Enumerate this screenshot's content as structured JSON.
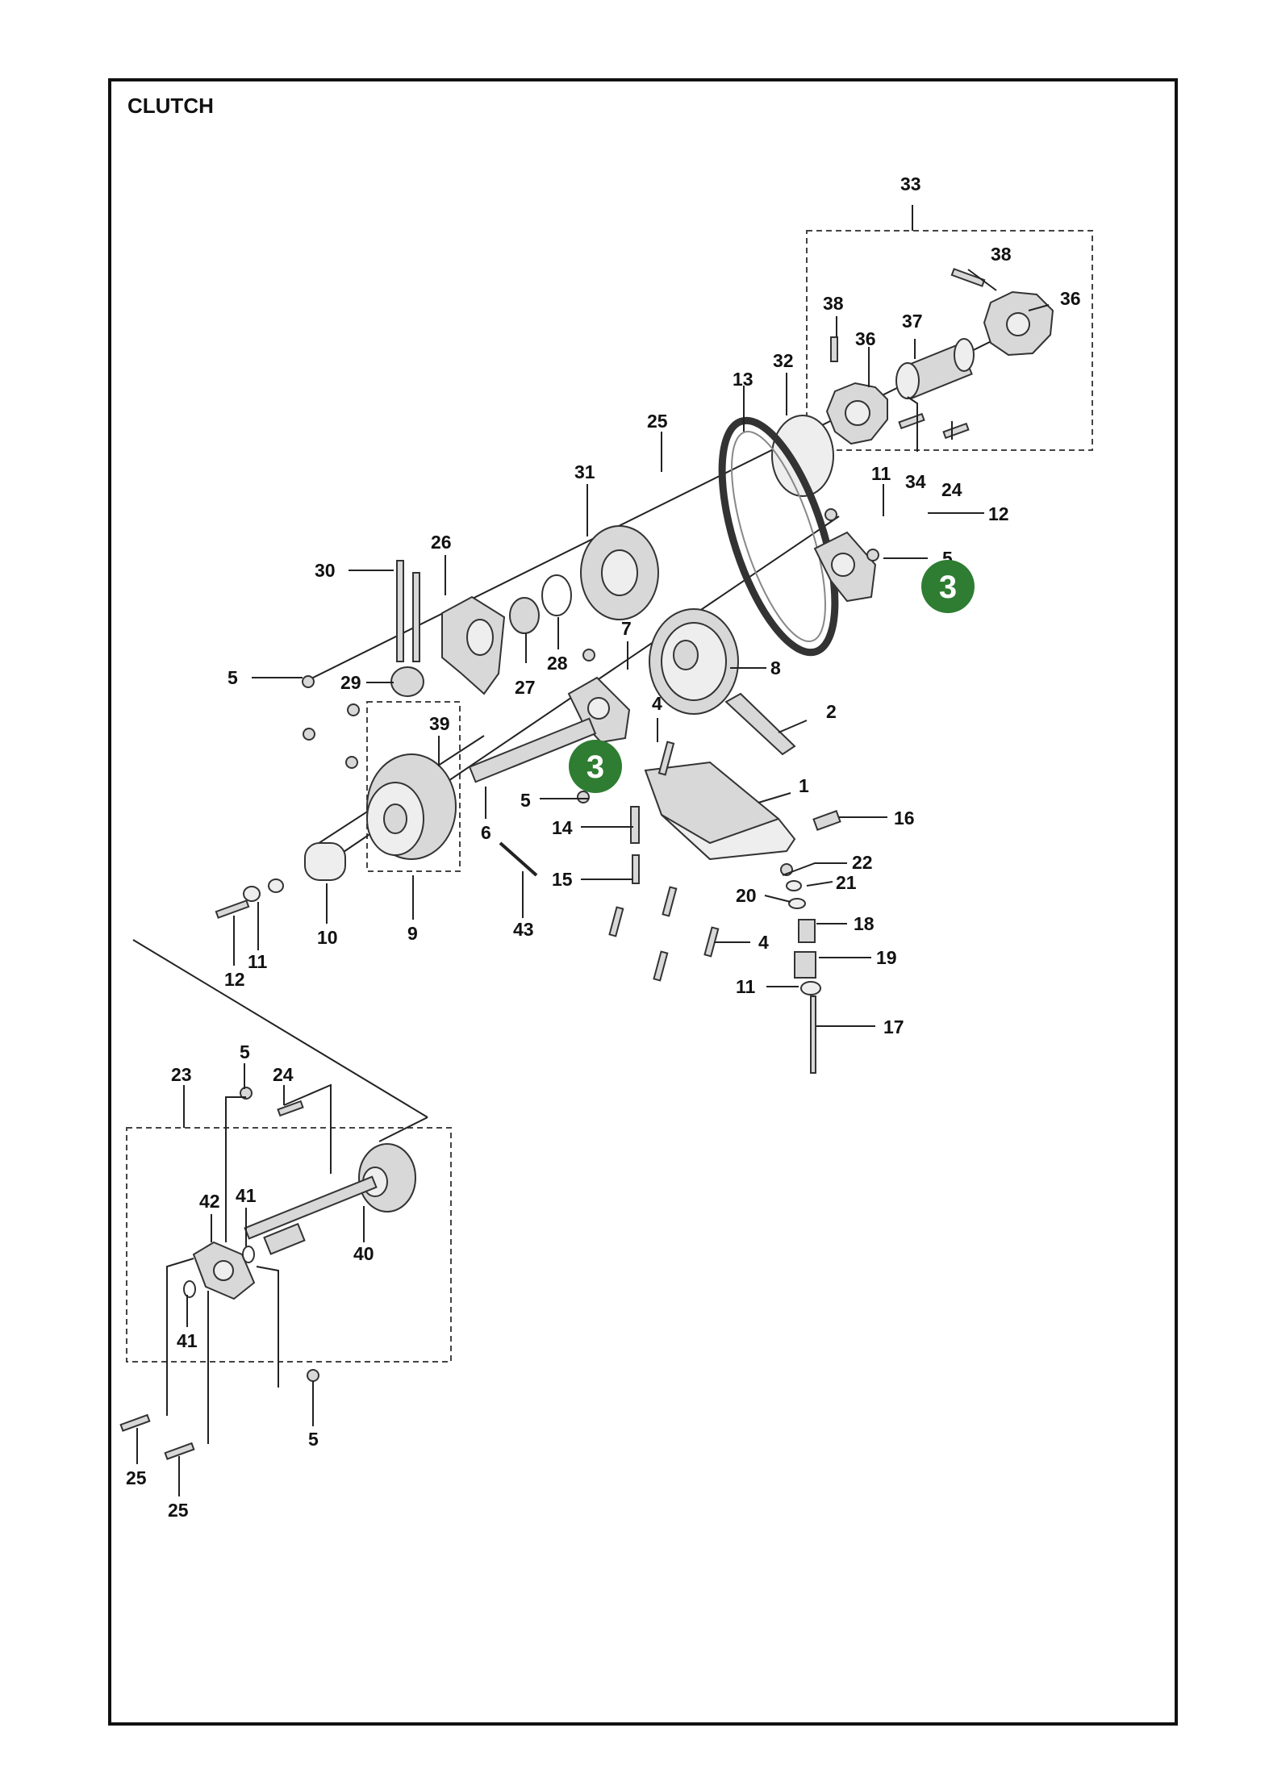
{
  "title": "CLUTCH",
  "colors": {
    "badge": "#2e7d32",
    "ink": "#111111"
  },
  "callouts": [
    {
      "id": "c33",
      "text": "33"
    },
    {
      "id": "c38a",
      "text": "38"
    },
    {
      "id": "c36a",
      "text": "36"
    },
    {
      "id": "c38b",
      "text": "38"
    },
    {
      "id": "c36b",
      "text": "36"
    },
    {
      "id": "c37",
      "text": "37"
    },
    {
      "id": "c13",
      "text": "13"
    },
    {
      "id": "c32",
      "text": "32"
    },
    {
      "id": "c25a",
      "text": "25"
    },
    {
      "id": "c31",
      "text": "31"
    },
    {
      "id": "c11a",
      "text": "11"
    },
    {
      "id": "c34",
      "text": "34"
    },
    {
      "id": "c24a",
      "text": "24"
    },
    {
      "id": "c12a",
      "text": "12"
    },
    {
      "id": "c26",
      "text": "26"
    },
    {
      "id": "c30",
      "text": "30"
    },
    {
      "id": "c5a",
      "text": "5"
    },
    {
      "id": "c7",
      "text": "7"
    },
    {
      "id": "c8",
      "text": "8"
    },
    {
      "id": "c5b",
      "text": "5"
    },
    {
      "id": "c29",
      "text": "29"
    },
    {
      "id": "c27",
      "text": "27"
    },
    {
      "id": "c28",
      "text": "28"
    },
    {
      "id": "c2",
      "text": "2"
    },
    {
      "id": "c4a",
      "text": "4"
    },
    {
      "id": "c39",
      "text": "39"
    },
    {
      "id": "c1",
      "text": "1"
    },
    {
      "id": "c5c",
      "text": "5"
    },
    {
      "id": "c6",
      "text": "6"
    },
    {
      "id": "c16",
      "text": "16"
    },
    {
      "id": "c14",
      "text": "14"
    },
    {
      "id": "c22",
      "text": "22"
    },
    {
      "id": "c21",
      "text": "21"
    },
    {
      "id": "c15",
      "text": "15"
    },
    {
      "id": "c20",
      "text": "20"
    },
    {
      "id": "c18",
      "text": "18"
    },
    {
      "id": "c10",
      "text": "10"
    },
    {
      "id": "c9",
      "text": "9"
    },
    {
      "id": "c43",
      "text": "43"
    },
    {
      "id": "c11b",
      "text": "11"
    },
    {
      "id": "c4b",
      "text": "4"
    },
    {
      "id": "c19",
      "text": "19"
    },
    {
      "id": "c12b",
      "text": "12"
    },
    {
      "id": "c11c",
      "text": "11"
    },
    {
      "id": "c17",
      "text": "17"
    },
    {
      "id": "c5d",
      "text": "5"
    },
    {
      "id": "c23",
      "text": "23"
    },
    {
      "id": "c24b",
      "text": "24"
    },
    {
      "id": "c42",
      "text": "42"
    },
    {
      "id": "c41a",
      "text": "41"
    },
    {
      "id": "c40",
      "text": "40"
    },
    {
      "id": "c41b",
      "text": "41"
    },
    {
      "id": "c5e",
      "text": "5"
    },
    {
      "id": "c25b",
      "text": "25"
    },
    {
      "id": "c25c",
      "text": "25"
    }
  ],
  "badges": [
    {
      "id": "b1",
      "text": "3"
    },
    {
      "id": "b2",
      "text": "3"
    }
  ]
}
